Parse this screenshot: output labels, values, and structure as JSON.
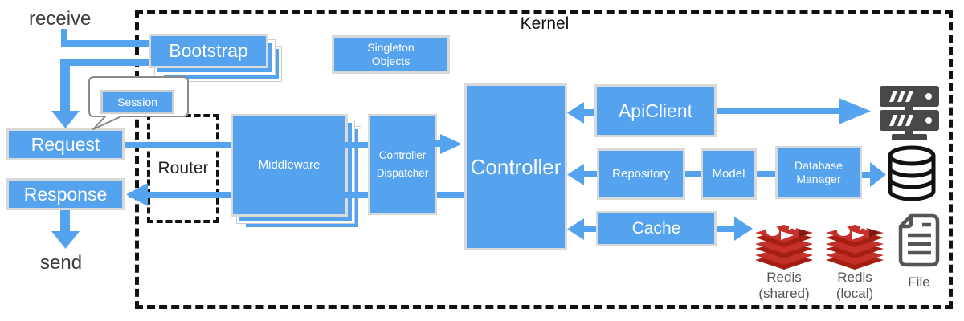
{
  "diagram_title": "Kernel",
  "colors": {
    "box_blue": "#55A2EF",
    "box_border": "#D9D9D9",
    "arrow_blue": "#55A2EF",
    "dashed_border": "#111111",
    "label_text": "#3D3D3D",
    "redis_red": "#C6302B",
    "redis_dark_red": "#A41E11",
    "server_icon_gray": "#484848"
  },
  "labels": {
    "receive": "receive",
    "send": "send",
    "kernel": "Kernel",
    "router": "Router",
    "file": "File",
    "redis_shared_line1": "Redis",
    "redis_shared_line2": "(shared)",
    "redis_local_line1": "Redis",
    "redis_local_line2": "(local)"
  },
  "nodes": {
    "bootstrap": "Bootstrap",
    "singleton_line1": "Singleton",
    "singleton_line2": "Objects",
    "session": "Session",
    "request": "Request",
    "response": "Response",
    "middleware": "Middleware",
    "dispatcher_line1": "Controller",
    "dispatcher_line2": "Dispatcher",
    "controller": "Controller",
    "apiclient": "ApiClient",
    "repository": "Repository",
    "model": "Model",
    "dbmanager_line1": "Database",
    "dbmanager_line2": "Manager",
    "cache": "Cache"
  }
}
